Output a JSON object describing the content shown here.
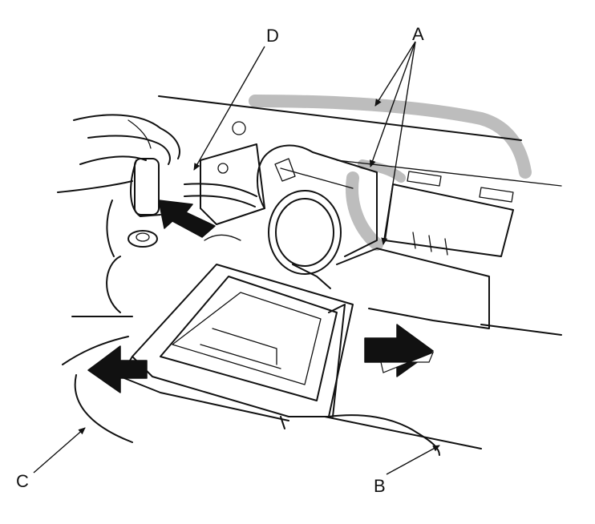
{
  "callouts": {
    "a": "A",
    "b": "B",
    "c": "C",
    "d": "D"
  },
  "colors": {
    "ink": "#111111",
    "highlight": "#bdbdbd",
    "arrow_fill": "#111111",
    "background": "#ffffff"
  }
}
